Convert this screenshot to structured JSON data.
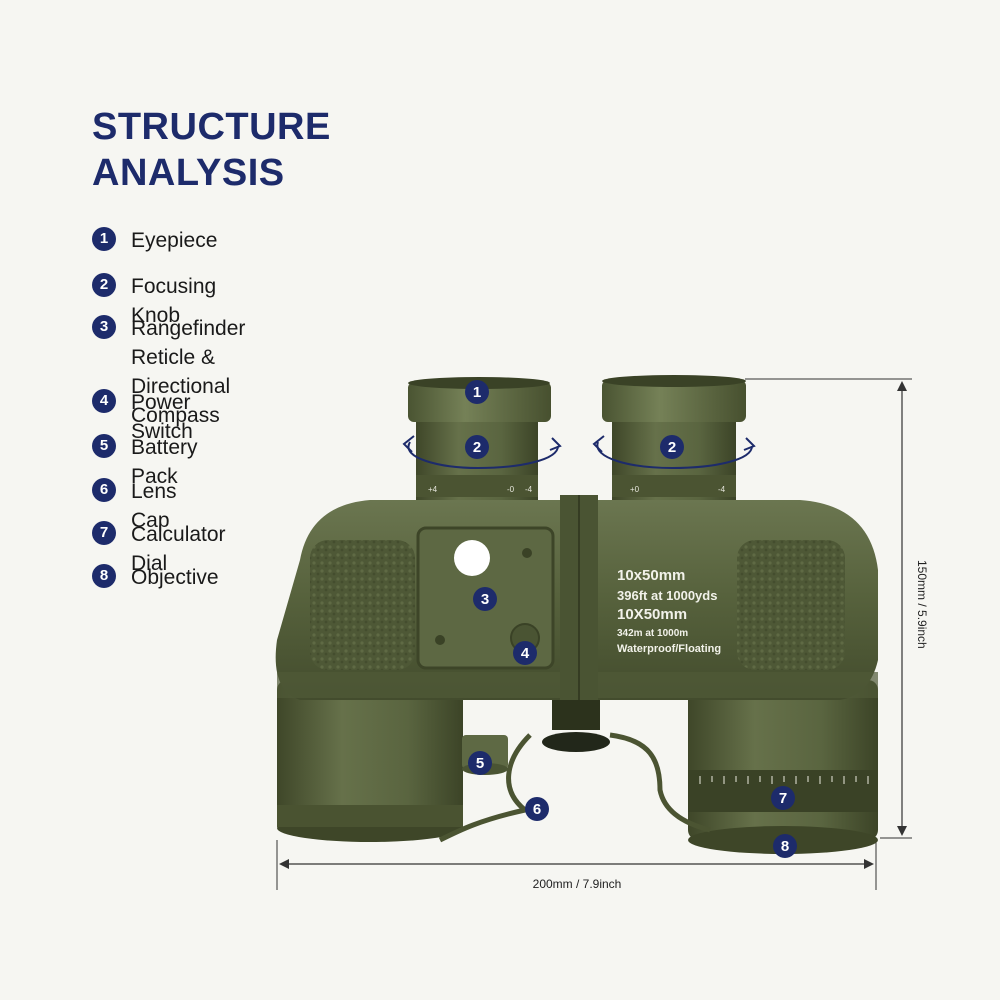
{
  "title": {
    "line1": "STRUCTURE",
    "line2": "ANALYSIS"
  },
  "parts": [
    {
      "num": "1",
      "label": "Eyepiece"
    },
    {
      "num": "2",
      "label": "Focusing Knob"
    },
    {
      "num": "3",
      "label": "Rangefinder Reticle &\nDirectional Compass"
    },
    {
      "num": "4",
      "label": "Power Switch"
    },
    {
      "num": "5",
      "label": "Battery Pack"
    },
    {
      "num": "6",
      "label": "Lens Cap"
    },
    {
      "num": "7",
      "label": "Calculator Dial"
    },
    {
      "num": "8",
      "label": "Objective"
    }
  ],
  "body_text": {
    "line1": "10x50mm",
    "line2": "396ft at 1000yds",
    "line3": "10X50mm",
    "line4": "342m at 1000m",
    "line5": "Waterproof/Floating"
  },
  "eyepiece_scale": {
    "left_a": "+4",
    "left_b": "-0",
    "left_c": "-4",
    "right_a": "+0",
    "right_b": "-4"
  },
  "dimensions": {
    "width": "200mm / 7.9inch",
    "height": "150mm / 5.9inch"
  },
  "colors": {
    "navy": "#1d2b6b",
    "body_green": "#5a6640",
    "background": "#f6f6f2"
  },
  "icons": [
    "circle-number-badge",
    "rotation-arrow",
    "dimension-arrow"
  ]
}
